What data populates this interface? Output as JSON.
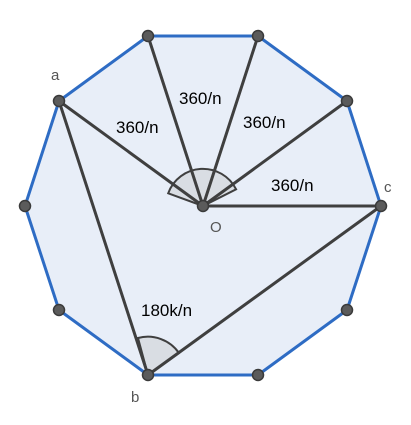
{
  "diagram": {
    "labels": {
      "a": "a",
      "b": "b",
      "c": "c",
      "o": "O",
      "angle_1": "360/n",
      "angle_2": "360/n",
      "angle_3": "360/n",
      "angle_4": "360/n",
      "angle_inscribed": "180k/n"
    },
    "colors": {
      "polygon_fill": "#e8eef8",
      "polygon_stroke": "#2e6cc4",
      "segment": "#3f3f3f",
      "vertex": "#5b5b5b",
      "angle_fill": "#d9dde3"
    },
    "polygon_sides": 10
  }
}
